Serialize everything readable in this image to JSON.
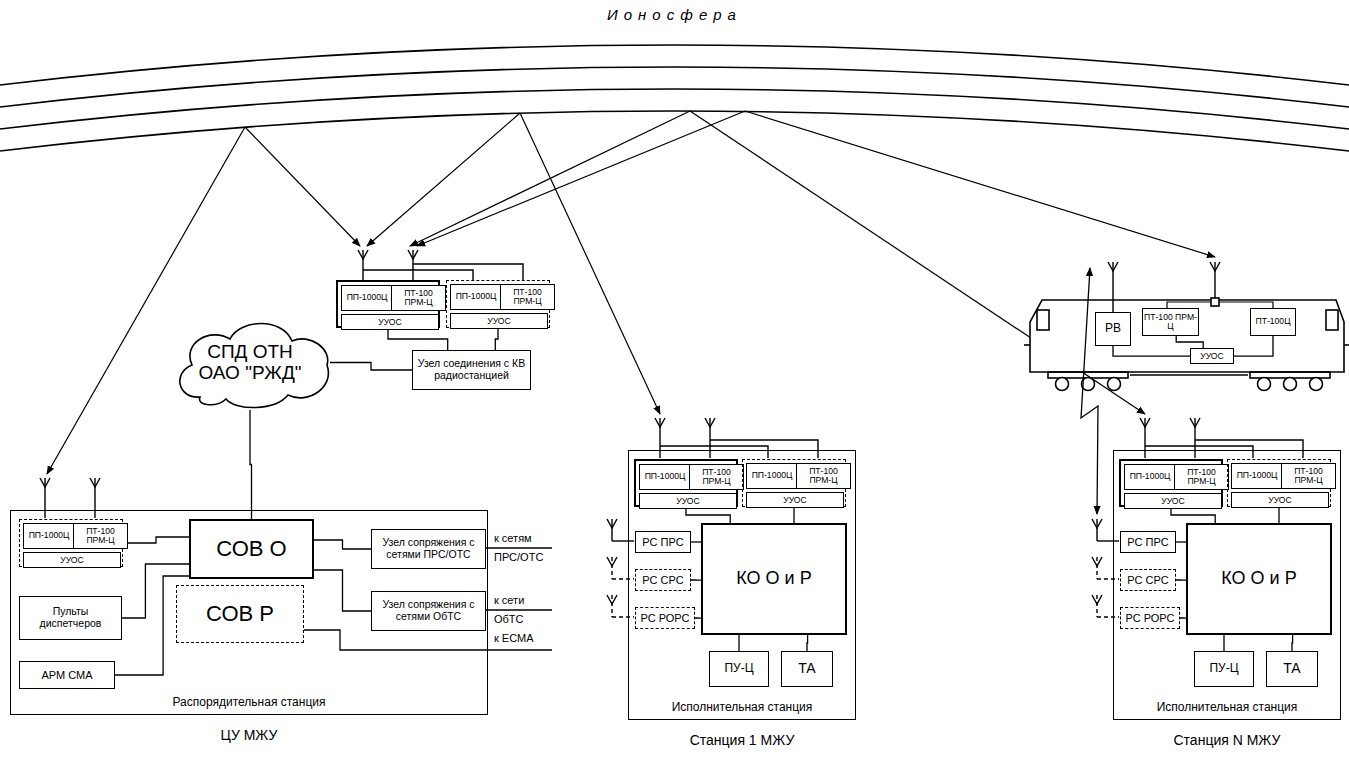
{
  "diagram": {
    "nodes": [
      {
        "text": []
      },
      {
        "text": [
          "ПП-1000Ц"
        ],
        "in": 0
      },
      {
        "text": [
          "ПТ-100 ПРМ-Ц"
        ],
        "in": 0
      },
      {
        "text": [
          "УУОС"
        ],
        "in": 0
      },
      {
        "text": []
      },
      {
        "text": [
          "ПП-1000Ц"
        ],
        "in": 4
      },
      {
        "text": [
          "ПТ-100 ПРМ-Ц"
        ],
        "in": 4
      },
      {
        "text": [
          "УУОС"
        ],
        "in": 4
      },
      {
        "text": [
          "Узел соединения с КВ радиостанцией"
        ]
      },
      {
        "text": [
          "СПД ОТН ОАО \"РЖД\""
        ]
      },
      {
        "text": [
          "РВ"
        ]
      },
      {
        "text": [
          "ПТ-100 ПРМ-Ц"
        ]
      },
      {
        "text": [
          "УУОС"
        ]
      },
      {
        "text": [
          "ПТ-100Ц"
        ]
      },
      {
        "text": [
          "Распорядительная станция",
          "ЦУ МЖУ"
        ]
      },
      {
        "text": [],
        "in": 14
      },
      {
        "text": [
          "ПП-1000Ц"
        ],
        "in": 15
      },
      {
        "text": [
          "ПТ-100 ПРМ-Ц"
        ],
        "in": 15
      },
      {
        "text": [
          "УУОС"
        ],
        "in": 15
      },
      {
        "text": [
          "СОВ О"
        ],
        "in": 14
      },
      {
        "text": [
          "СОВ Р"
        ],
        "in": 14
      },
      {
        "text": [
          "Узел сопряжения с сетями ПРС/ОТС"
        ],
        "in": 14
      },
      {
        "text": [
          "Узел сопряжения с сетями ОбТС"
        ],
        "in": 14
      },
      {
        "text": [
          "Пульты диспетчеров"
        ],
        "in": 14
      },
      {
        "text": [
          "АРМ СМА"
        ],
        "in": 14
      },
      {
        "text": [
          "Исполнительная станция",
          "Станция 1 МЖУ"
        ]
      },
      {
        "text": [],
        "in": 25
      },
      {
        "text": [
          "ПП-1000Ц"
        ],
        "in": 26
      },
      {
        "text": [
          "ПТ-100 ПРМ-Ц"
        ],
        "in": 26
      },
      {
        "text": [
          "УУОС"
        ],
        "in": 26
      },
      {
        "text": [],
        "in": 25
      },
      {
        "text": [
          "ПП-1000Ц"
        ],
        "in": 30
      },
      {
        "text": [
          "ПТ-100 ПРМ-Ц"
        ],
        "in": 30
      },
      {
        "text": [
          "УУОС"
        ],
        "in": 30
      },
      {
        "text": [
          "РС ПРС"
        ],
        "in": 25
      },
      {
        "text": [
          "РС СРС"
        ],
        "in": 25
      },
      {
        "text": [
          "РС РОРС"
        ],
        "in": 25
      },
      {
        "text": [
          "КО О и Р"
        ],
        "in": 25
      },
      {
        "text": [
          "ПУ-Ц"
        ],
        "in": 25
      },
      {
        "text": [
          "ТА"
        ],
        "in": 25
      },
      {
        "text": [
          "Исполнительная станция",
          "Станция N МЖУ"
        ]
      },
      {
        "text": [],
        "in": 40
      },
      {
        "text": [
          "ПП-1000Ц"
        ],
        "in": 41
      },
      {
        "text": [
          "ПТ-100 ПРМ-Ц"
        ],
        "in": 41
      },
      {
        "text": [
          "УУОС"
        ],
        "in": 41
      },
      {
        "text": [],
        "in": 40
      },
      {
        "text": [
          "ПП-1000Ц"
        ],
        "in": 45
      },
      {
        "text": [
          "ПТ-100 ПРМ-Ц"
        ],
        "in": 45
      },
      {
        "text": [
          "УУОС"
        ],
        "in": 45
      },
      {
        "text": [
          "РС ПРС"
        ],
        "in": 40
      },
      {
        "text": [
          "РС СРС"
        ],
        "in": 40
      },
      {
        "text": [
          "РС РОРС"
        ],
        "in": 40
      },
      {
        "text": [
          "КО О и Р"
        ],
        "in": 40
      },
      {
        "text": [
          "ПУ-Ц"
        ],
        "in": 40
      },
      {
        "text": [
          "ТА"
        ],
        "in": 40
      }
    ],
    "edges": [
      {
        "from": 0,
        "to": 8,
        "arrow": "none"
      },
      {
        "from": 4,
        "to": 8,
        "arrow": "none"
      },
      {
        "from": 8,
        "to": 9,
        "arrow": "none"
      },
      {
        "from": 9,
        "to": 19,
        "arrow": "none"
      },
      {
        "from": 15,
        "to": 19,
        "arrow": "none"
      },
      {
        "from": 23,
        "to": 19,
        "arrow": "none"
      },
      {
        "from": 24,
        "to": 19,
        "arrow": "none"
      },
      {
        "from": 19,
        "to": 21,
        "arrow": "none"
      },
      {
        "from": 19,
        "to": 22,
        "arrow": "none"
      },
      {
        "from": 26,
        "to": 37,
        "arrow": "none"
      },
      {
        "from": 30,
        "to": 37,
        "arrow": "none"
      },
      {
        "from": 34,
        "to": 37,
        "arrow": "none"
      },
      {
        "from": 35,
        "to": 37,
        "arrow": "none"
      },
      {
        "from": 36,
        "to": 37,
        "arrow": "none"
      },
      {
        "from": 37,
        "to": 38,
        "arrow": "none"
      },
      {
        "from": 37,
        "to": 39,
        "arrow": "none"
      },
      {
        "from": 41,
        "to": 52,
        "arrow": "none"
      },
      {
        "from": 45,
        "to": 52,
        "arrow": "none"
      },
      {
        "from": 49,
        "to": 52,
        "arrow": "none"
      },
      {
        "from": 50,
        "to": 52,
        "arrow": "none"
      },
      {
        "from": 51,
        "to": 52,
        "arrow": "none"
      },
      {
        "from": 52,
        "to": 53,
        "arrow": "none"
      },
      {
        "from": 52,
        "to": 54,
        "arrow": "none"
      },
      {
        "from": 10,
        "to": 12,
        "arrow": "none"
      },
      {
        "from": 11,
        "to": 12,
        "arrow": "none"
      },
      {
        "from": 13,
        "to": 12,
        "arrow": "none"
      }
    ],
    "labels": [
      "Ионосфера",
      "к сетям",
      "ПРС/ОТС",
      "к сети",
      "ОбТС",
      "к ЕСМА"
    ]
  }
}
